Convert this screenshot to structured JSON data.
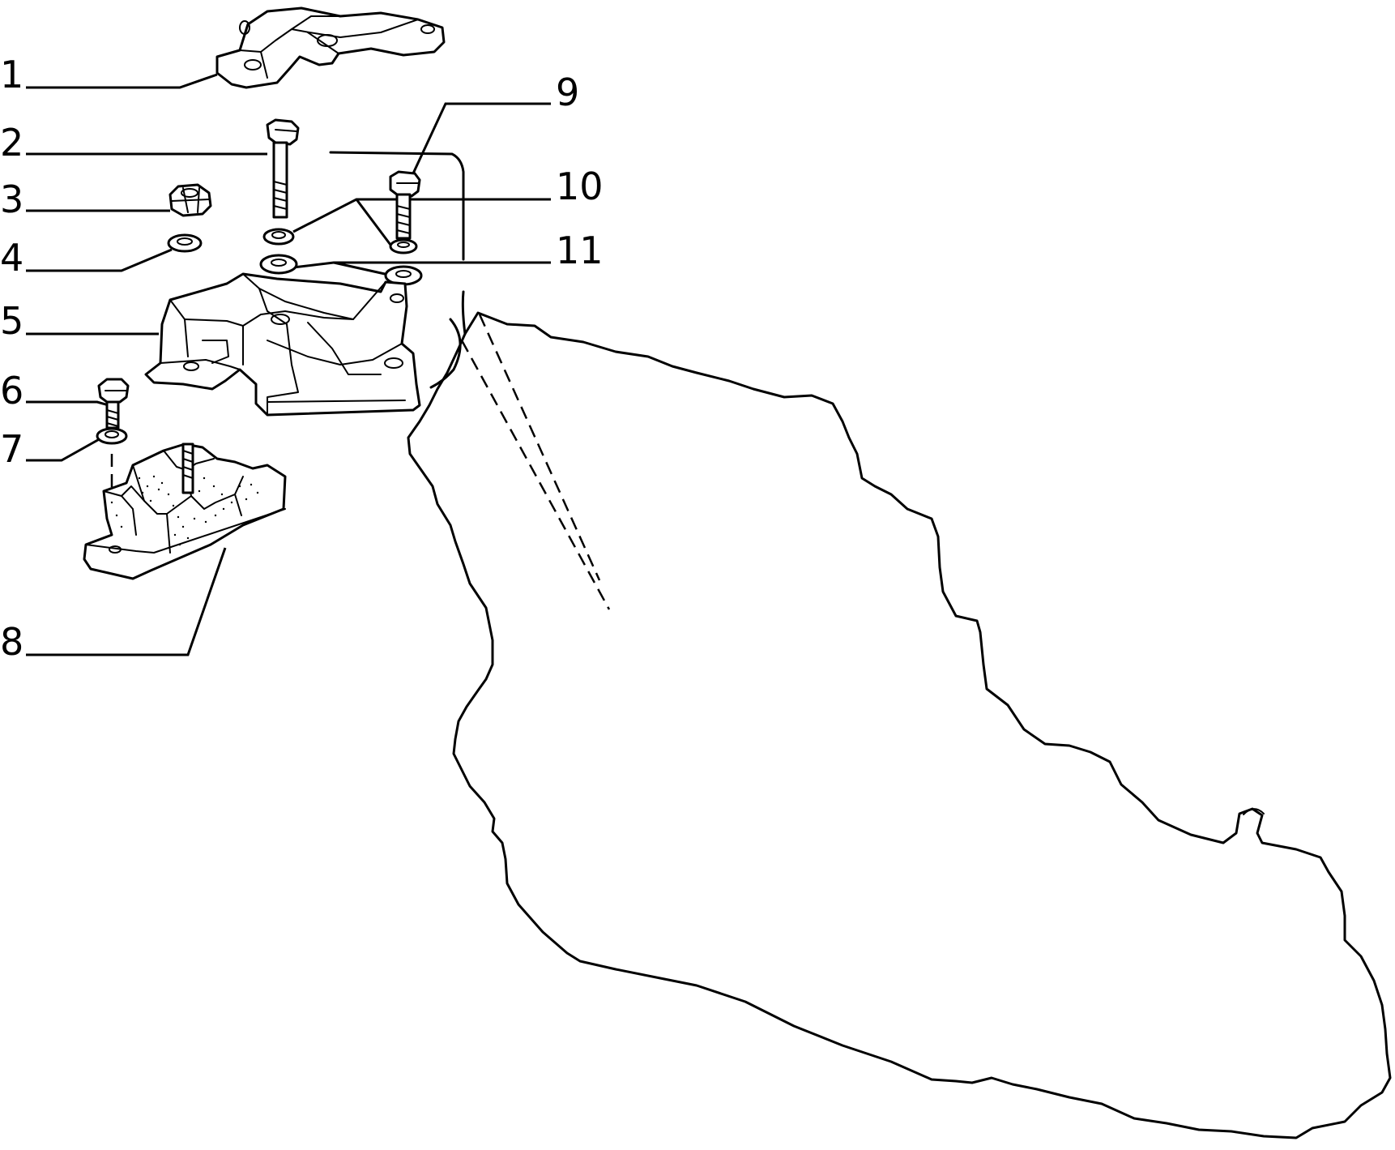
{
  "diagram": {
    "callouts": [
      {
        "id": "1",
        "label": "1",
        "part": "upper-bracket"
      },
      {
        "id": "2",
        "label": "2",
        "part": "long-bolt"
      },
      {
        "id": "3",
        "label": "3",
        "part": "nut"
      },
      {
        "id": "4",
        "label": "4",
        "part": "washer"
      },
      {
        "id": "5",
        "label": "5",
        "part": "support-bracket"
      },
      {
        "id": "6",
        "label": "6",
        "part": "short-bolt"
      },
      {
        "id": "7",
        "label": "7",
        "part": "lock-washer"
      },
      {
        "id": "8",
        "label": "8",
        "part": "rubber-mount"
      },
      {
        "id": "9",
        "label": "9",
        "part": "bolt"
      },
      {
        "id": "10",
        "label": "10",
        "part": "spring-washers"
      },
      {
        "id": "11",
        "label": "11",
        "part": "flat-washers"
      }
    ],
    "line_color": "#000000",
    "background": "#ffffff"
  }
}
